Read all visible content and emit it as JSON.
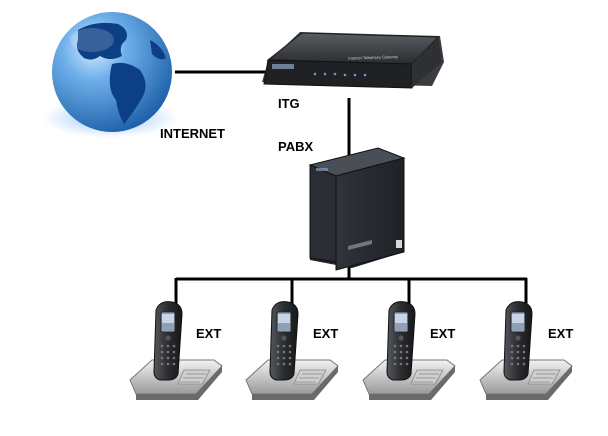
{
  "diagram": {
    "nodes": {
      "internet": {
        "label": "INTERNET",
        "icon": "globe-icon"
      },
      "itg": {
        "label": "ITG",
        "icon": "gateway-device-icon",
        "device_text": "Internet Telephony Gateway"
      },
      "pabx": {
        "label": "PABX",
        "icon": "pbx-cabinet-icon"
      },
      "extensions": [
        {
          "label": "EXT",
          "icon": "cordless-phone-icon"
        },
        {
          "label": "EXT",
          "icon": "cordless-phone-icon"
        },
        {
          "label": "EXT",
          "icon": "cordless-phone-icon"
        },
        {
          "label": "EXT",
          "icon": "cordless-phone-icon"
        }
      ]
    },
    "links": [
      [
        "internet",
        "itg"
      ],
      [
        "itg",
        "pabx"
      ],
      [
        "pabx",
        "extensions"
      ]
    ],
    "colors": {
      "line": "#000000",
      "globe_ocean": "#1f6fb8",
      "globe_land": "#0d3f86",
      "device_body": "#2b2d31",
      "label": "#000000"
    }
  }
}
